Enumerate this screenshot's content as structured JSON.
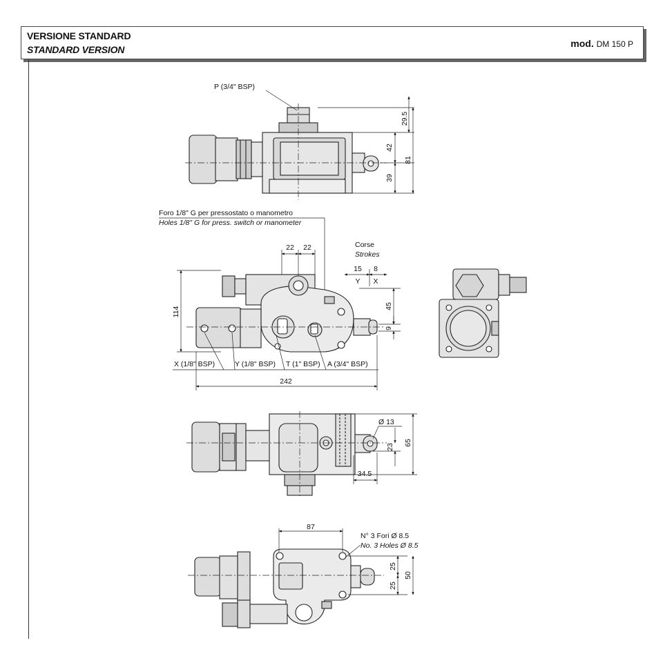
{
  "header": {
    "title_it": "VERSIONE STANDARD",
    "title_en": "STANDARD VERSION",
    "model_prefix": "mod.",
    "model_code": "DM 150 P"
  },
  "view1": {
    "port_p": "P (3/4\" BSP)",
    "dim_29_5": "29.5",
    "dim_42": "42",
    "dim_39": "39",
    "dim_81": "81"
  },
  "view2": {
    "hole_note_it": "Foro 1/8\" G per pressostato o manometro",
    "hole_note_en": "Holes 1/8\" G for press. switch or manometer",
    "strokes_it": "Corse",
    "strokes_en": "Strokes",
    "stroke_y": "15",
    "stroke_x": "8",
    "stroke_y_label": "Y",
    "stroke_x_label": "X",
    "dim_22a": "22",
    "dim_22b": "22",
    "dim_114": "114",
    "dim_45": "45",
    "dim_9": "9",
    "port_x": "X (1/8\" BSP)",
    "port_y": "Y (1/8\" BSP)",
    "port_t": "T (1\" BSP)",
    "port_a": "A (3/4\" BSP)",
    "dim_242": "242"
  },
  "view3": {
    "dim_d13": "Ø 13",
    "dim_23": "23",
    "dim_65": "65",
    "dim_34_5": "34.5"
  },
  "view4": {
    "dim_87": "87",
    "holes_it": "N° 3 Fori Ø 8.5",
    "holes_en": "No. 3 Holes Ø 8.5",
    "dim_25a": "25",
    "dim_25b": "25",
    "dim_50": "50"
  }
}
